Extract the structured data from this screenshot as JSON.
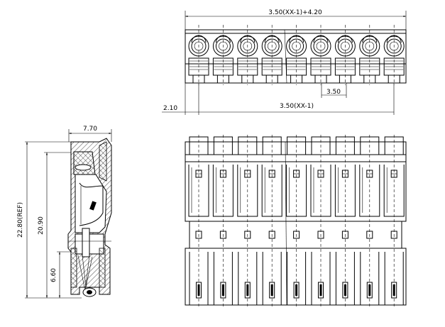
{
  "drawing": {
    "top_view": {
      "overall_dim": "3.50(XX-1)+4.20",
      "pitch_dim": "3.50",
      "span_dim": "3.50(XX-1)",
      "offset_dim": "2.10",
      "pin_count": 9
    },
    "side_view": {
      "width_dim": "7.70",
      "height_ref_dim": "22.80(REF)",
      "height_dim": "20.90",
      "pin_dim": "6.60"
    },
    "front_view": {
      "pin_count": 9
    }
  }
}
